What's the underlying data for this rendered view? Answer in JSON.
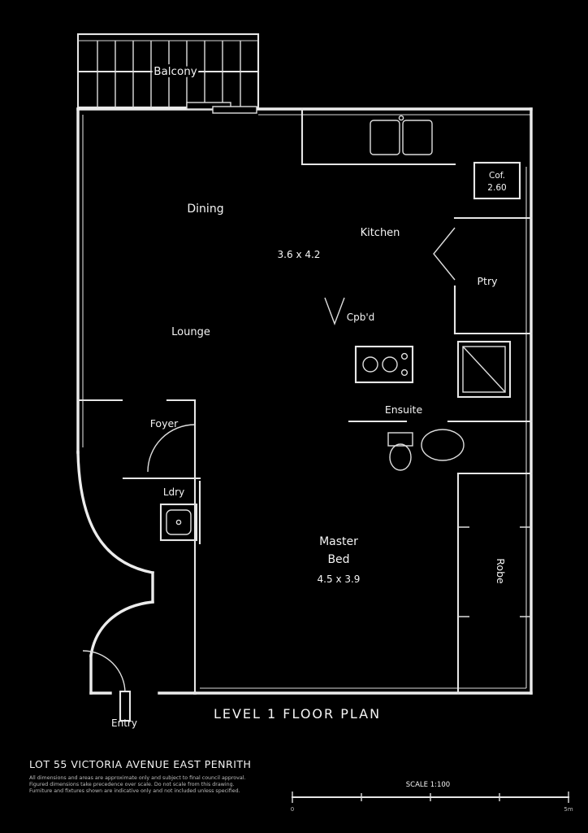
{
  "colors": {
    "background": "#000000",
    "line": "#ececec",
    "text": "#f4f4f4",
    "fine_print": "#bdbdbd"
  },
  "rooms": {
    "balcony": "Balcony",
    "dining": "Dining",
    "dining_dims": "3.6 x 4.2",
    "kitchen": "Kitchen",
    "ceiling_note_line1": "Cof.",
    "ceiling_note_line2": "2.60",
    "pantry": "Ptry",
    "cupboard": "Cpb'd",
    "lounge": "Lounge",
    "ensuite": "Ensuite",
    "foyer": "Foyer",
    "laundry": "Ldry",
    "master_line1": "Master",
    "master_line2": "Bed",
    "master_dims": "4.5 x 3.9",
    "robe": "Robe",
    "entry": "Entry"
  },
  "titles": {
    "plan_title": "LEVEL 1 FLOOR PLAN",
    "document_title": "LOT 55 VICTORIA AVENUE EAST PENRITH"
  },
  "notes": {
    "line1": "All dimensions and areas are approximate only and subject to final council approval.",
    "line2": "Figured dimensions take precedence over scale. Do not scale from this drawing.",
    "line3": "Furniture and fixtures shown are indicative only and not included unless specified."
  },
  "scale": {
    "label": "SCALE 1:100",
    "start": "0",
    "end": "5m"
  }
}
